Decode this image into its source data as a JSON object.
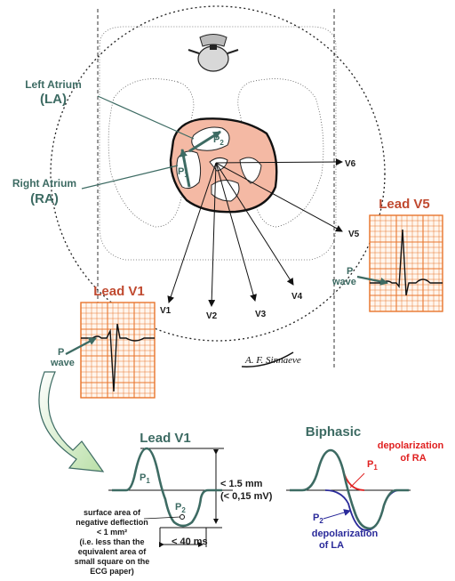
{
  "chest": {
    "left_atrium_label": "Left Atrium",
    "left_atrium_abbr": "(LA)",
    "right_atrium_label": "Right Atrium",
    "right_atrium_abbr": "(RA)",
    "p1": "P1",
    "p2": "P2",
    "leads": [
      "V1",
      "V2",
      "V3",
      "V4",
      "V5",
      "V6"
    ]
  },
  "lead_v5_panel": {
    "title": "Lead V5",
    "p_label": "P",
    "wave_label": "wave"
  },
  "lead_v1_panel": {
    "title": "Lead V1",
    "p_label": "P",
    "wave_label": "wave"
  },
  "signature": "A. F. Sinnaeve",
  "detail": {
    "title": "Lead V1",
    "p1": "P1",
    "p2": "P2",
    "height_value": "< 1.5 mm",
    "height_mv": "(< 0,15 mV)",
    "duration": "< 40 ms",
    "note_lines": [
      "surface area of",
      "negative deflection",
      "< 1 mm²",
      "(i.e. less than the",
      "equivalent area of",
      "small square on the",
      "ECG paper)"
    ]
  },
  "biphasic": {
    "title": "Biphasic",
    "ra_label_1": "depolarization",
    "ra_label_2": "of RA",
    "la_label_1": "depolarization",
    "la_label_2": "of LA",
    "p1": "P1",
    "p2": "P2"
  },
  "colors": {
    "teal": "#3d6b63",
    "heart_fill": "#f4b9a4",
    "grid_orange": "#e8762d",
    "ra_red": "#e02020",
    "la_blue": "#2a2a9a"
  }
}
